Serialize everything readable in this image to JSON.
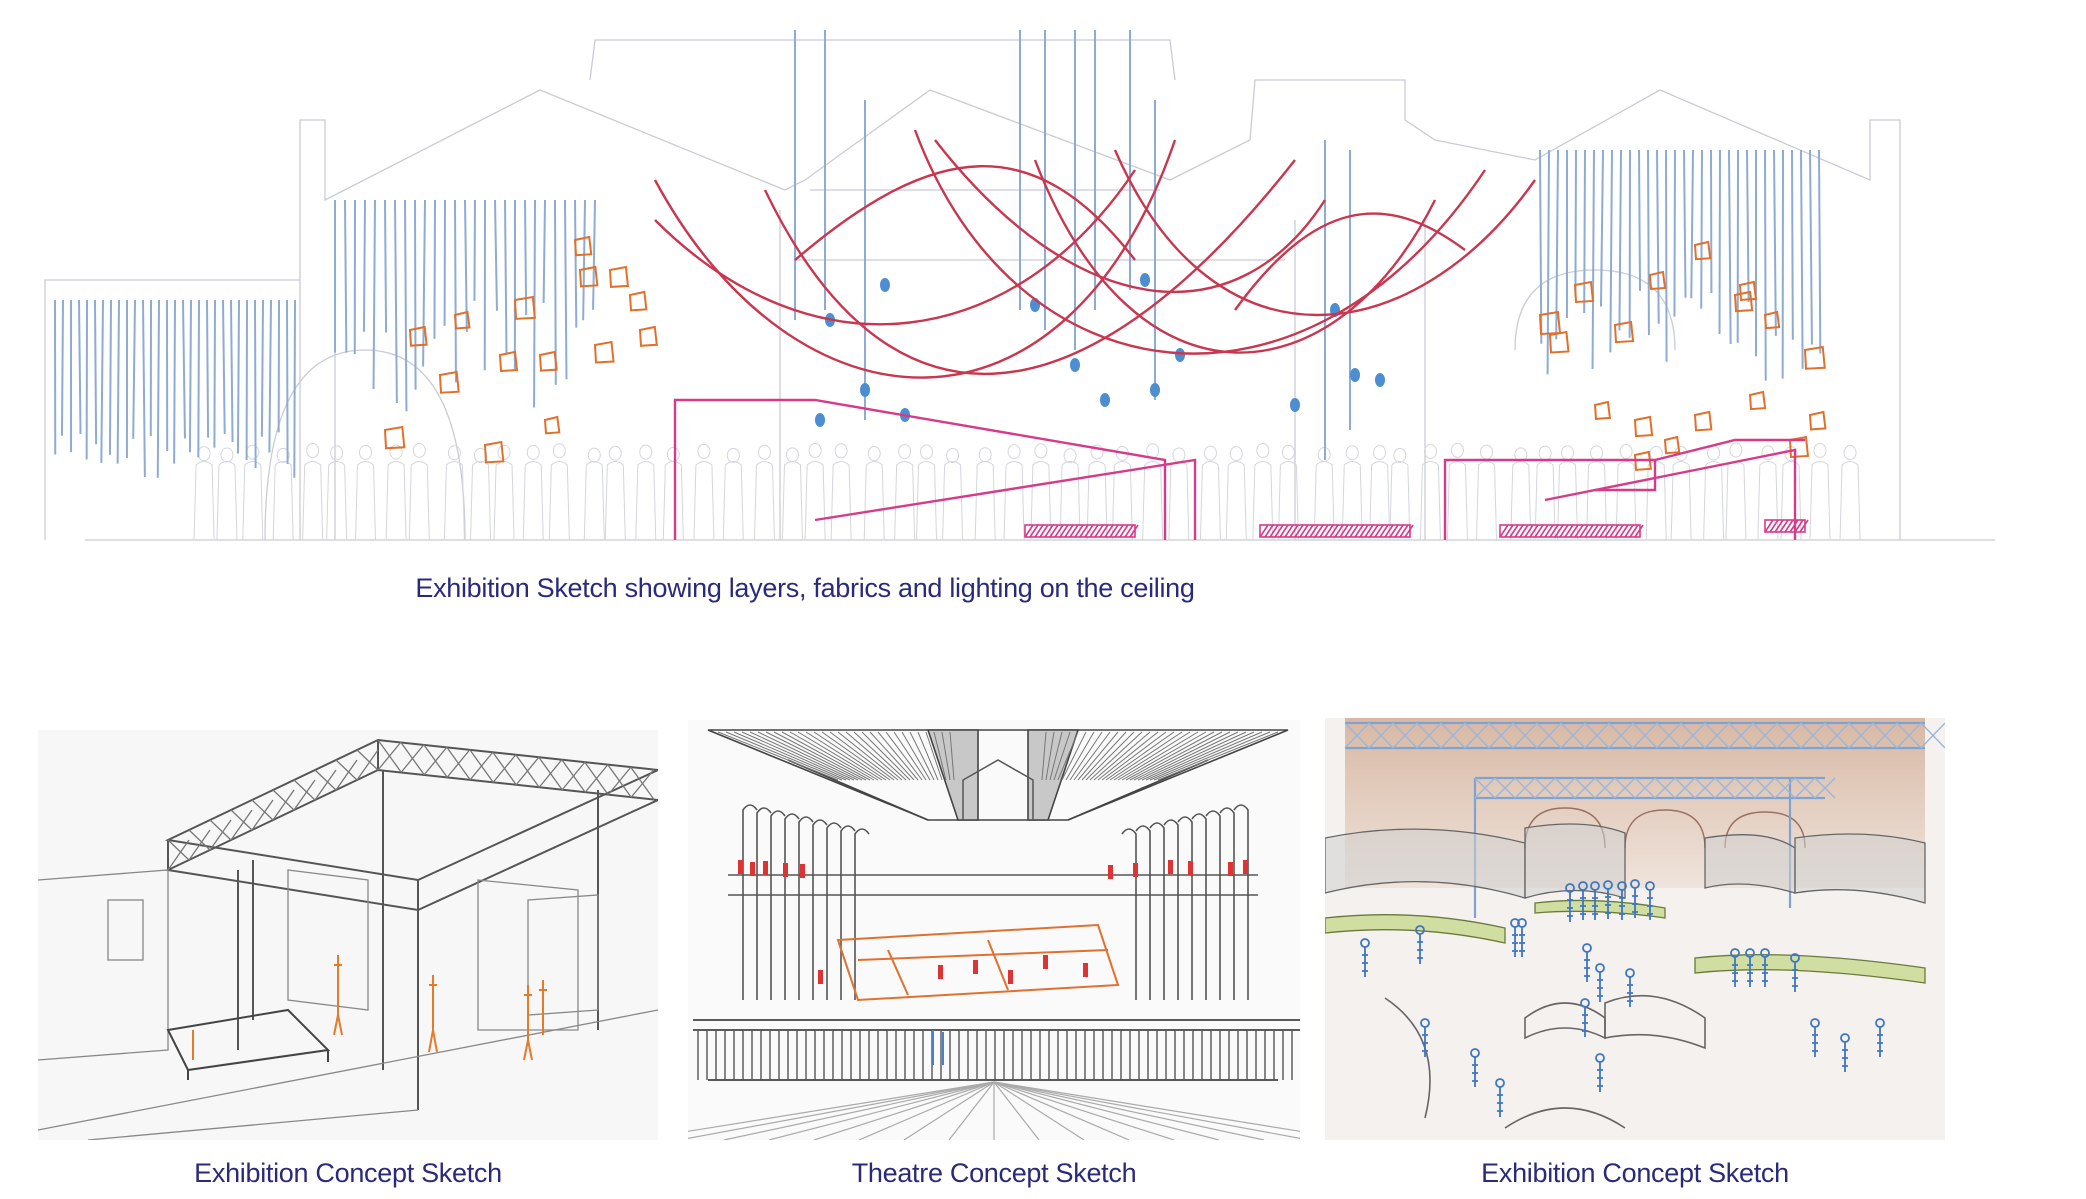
{
  "top_sketch": {
    "caption": "Exhibition Sketch showing layers, fabrics and lighting on the ceiling",
    "icon": "elevation-sketch"
  },
  "bottom_sketches": [
    {
      "caption": "Exhibition Concept Sketch",
      "icon": "exhibition-perspective-sketch"
    },
    {
      "caption": "Theatre Concept Sketch",
      "icon": "theatre-perspective-sketch"
    },
    {
      "caption": "Exhibition Concept Sketch",
      "icon": "exhibition-colour-sketch"
    }
  ],
  "colors": {
    "caption": "#2a2a7a",
    "fabric_red": "#c8374f",
    "fabric_pink": "#d83a8a",
    "strand_blue": "#7fa2cf",
    "frame_orange": "#e0702a"
  }
}
